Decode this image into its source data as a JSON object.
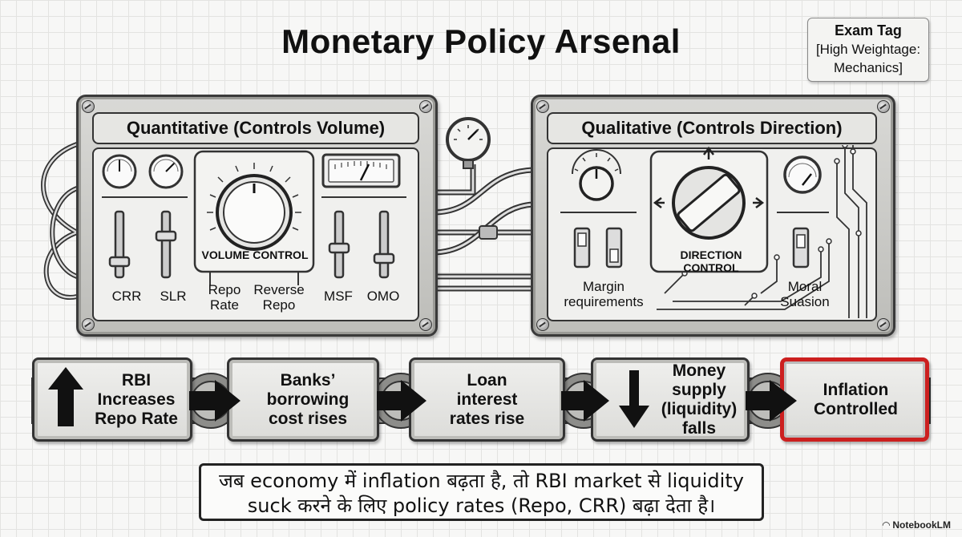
{
  "title": "Monetary Policy Arsenal",
  "exam_tag": {
    "heading": "Exam Tag",
    "line1": "[High Weightage:",
    "line2": "Mechanics]"
  },
  "quantitative": {
    "header": "Quantitative (Controls Volume)",
    "volume_control": "VOLUME CONTROL",
    "sliders": [
      "CRR",
      "SLR",
      "MSF",
      "OMO"
    ],
    "repo": [
      "Repo",
      "Rate"
    ],
    "reverse_repo": [
      "Reverse",
      "Repo"
    ]
  },
  "qualitative": {
    "header": "Qualitative (Controls Direction)",
    "direction_control": "DIRECTION CONTROL",
    "margin": [
      "Margin",
      "requirements"
    ],
    "moral": [
      "Moral",
      "Suasion"
    ]
  },
  "flow": [
    {
      "lines": [
        "RBI",
        "Increases",
        "Repo Rate"
      ],
      "icon": "up-arrow-icon"
    },
    {
      "lines": [
        "Banks’",
        "borrowing",
        "cost rises"
      ]
    },
    {
      "lines": [
        "Loan",
        "interest",
        "rates rise"
      ]
    },
    {
      "lines": [
        "Money",
        "supply",
        "(liquidity)",
        "falls"
      ],
      "icon": "down-arrow-icon"
    },
    {
      "lines": [
        "Inflation",
        "Controlled"
      ]
    }
  ],
  "note": {
    "line1": "जब economy में inflation बढ़ता है, तो RBI market से liquidity",
    "line2": "suck करने के लिए policy rates (Repo, CRR) बढ़ा देता है।"
  },
  "brand": "NotebookLM",
  "colors": {
    "final_border": "#cc1f1f",
    "ink": "#111111"
  }
}
